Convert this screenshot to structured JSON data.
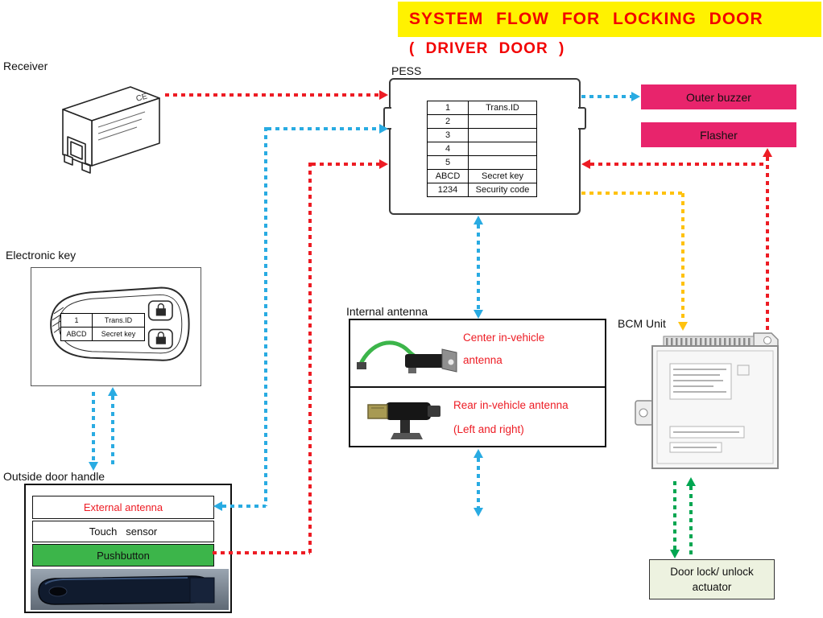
{
  "title": {
    "banner": "SYSTEM FLOW FOR LOCKING DOOR",
    "subtitle": "( DRIVER DOOR )"
  },
  "labels": {
    "receiver": "Receiver",
    "receiver_mark": "CE",
    "pess": "PESS",
    "electronic_key": "Electronic key",
    "outside_door_handle": "Outside door handle",
    "internal_antenna": "Internal antenna",
    "bcm_unit": "BCM Unit"
  },
  "pess_table": {
    "rows": [
      {
        "c1": "1",
        "c2": "Trans.ID"
      },
      {
        "c1": "2",
        "c2": ""
      },
      {
        "c1": "3",
        "c2": ""
      },
      {
        "c1": "4",
        "c2": ""
      },
      {
        "c1": "5",
        "c2": ""
      },
      {
        "c1": "ABCD",
        "c2": "Secret key"
      },
      {
        "c1": "1234",
        "c2": "Security code"
      }
    ]
  },
  "key_table": {
    "rows": [
      {
        "c1": "1",
        "c2": "Trans.ID"
      },
      {
        "c1": "ABCD",
        "c2": "Secret key"
      }
    ]
  },
  "components": {
    "outer_buzzer": "Outer buzzer",
    "flasher": "Flasher",
    "external_antenna": "External antenna",
    "touch_sensor": "Touch   sensor",
    "pushbutton": "Pushbutton",
    "center_antenna": {
      "line1": "Center in-vehicle",
      "line2": "antenna"
    },
    "rear_antenna": {
      "line1": "Rear in-vehicle antenna",
      "line2": "(Left and right)"
    },
    "door_lock_actuator": {
      "line1": "Door lock/ unlock",
      "line2": "actuator"
    }
  },
  "colors": {
    "title-bg": "#FFF200",
    "title-red": "#F20000",
    "line-red": "#ED1C24",
    "line-blue": "#29ABE2",
    "line-yellow": "#FFC20E",
    "line-green": "#00A651",
    "buzzer-pink": "#E8246C",
    "pushbutton-green": "#3CB54A",
    "actuator-bg": "#EDF2E0"
  }
}
